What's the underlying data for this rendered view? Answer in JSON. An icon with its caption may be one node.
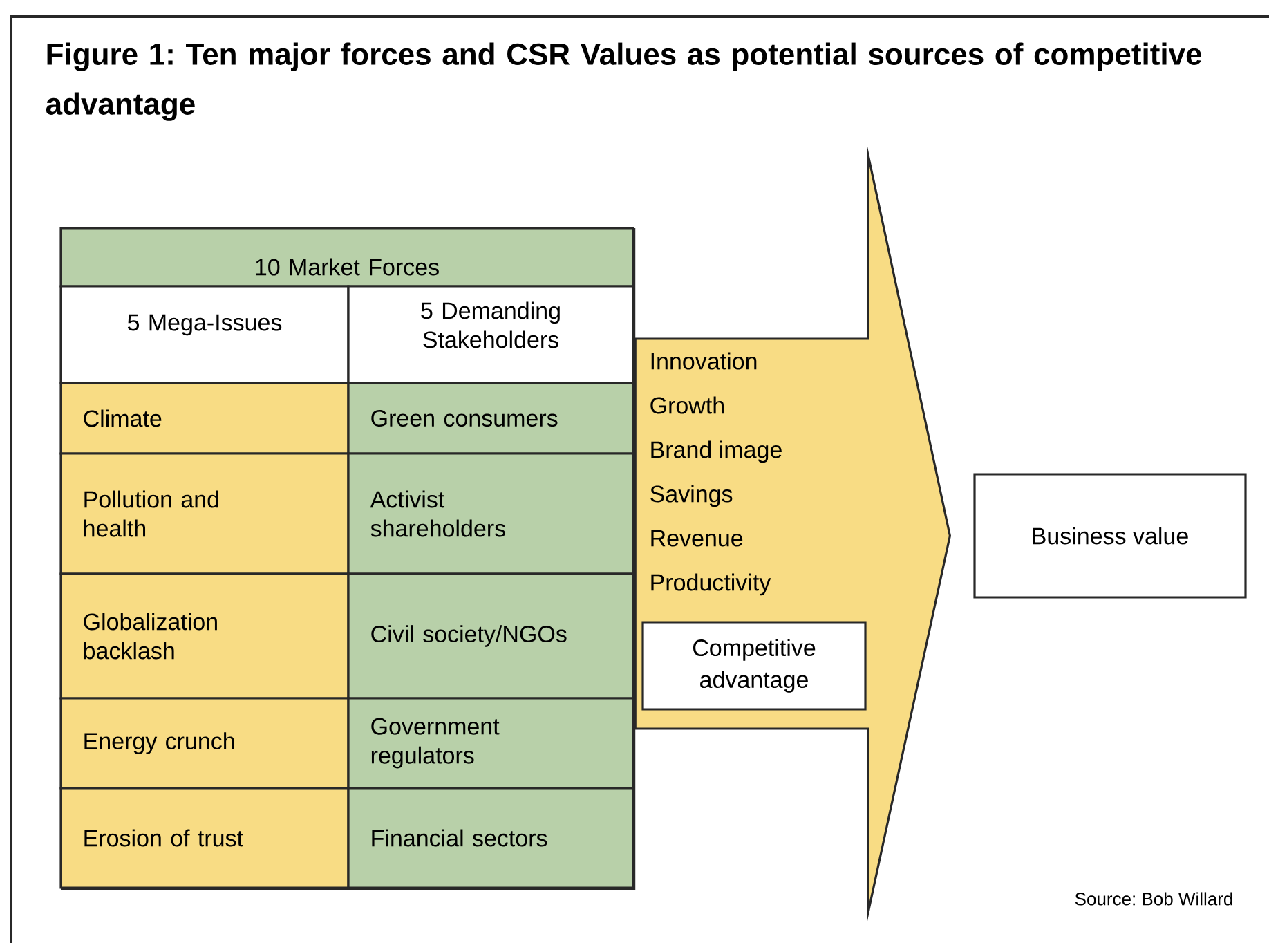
{
  "diagram": {
    "title": "Figure 1: Ten major forces and CSR Values as potential sources of competitive advantage",
    "nodes": [
      {
        "text": [],
        "shape": "box"
      },
      {
        "text": [
          "10 Market Forces"
        ],
        "in": 0
      },
      {
        "text": [
          "5 Mega-Issues"
        ],
        "in": 0
      },
      {
        "text": [
          "5 Demanding Stakeholders"
        ],
        "in": 0
      },
      {
        "text": [
          "Climate"
        ],
        "in": 0
      },
      {
        "text": [
          "Green consumers"
        ],
        "in": 0
      },
      {
        "text": [
          "Pollution and health"
        ],
        "in": 0
      },
      {
        "text": [
          "Activist shareholders"
        ],
        "in": 0
      },
      {
        "text": [
          "Globalization backlash"
        ],
        "in": 0
      },
      {
        "text": [
          "Civil society/NGOs"
        ],
        "in": 0
      },
      {
        "text": [
          "Energy crunch"
        ],
        "in": 0
      },
      {
        "text": [
          "Government regulators"
        ],
        "in": 0
      },
      {
        "text": [
          "Erosion of trust"
        ],
        "in": 0
      },
      {
        "text": [
          "Financial sectors"
        ],
        "in": 0
      },
      {
        "text": [
          "Innovation",
          "Growth",
          "Brand image",
          "Savings",
          "Revenue",
          "Productivity"
        ]
      },
      {
        "text": [
          "Competitive advantage"
        ]
      },
      {
        "text": [
          "Business value"
        ]
      }
    ],
    "edges": [
      {
        "from": 0,
        "to": 16,
        "arrow": "to"
      }
    ],
    "labels": [
      "Source: Bob Willard"
    ]
  }
}
